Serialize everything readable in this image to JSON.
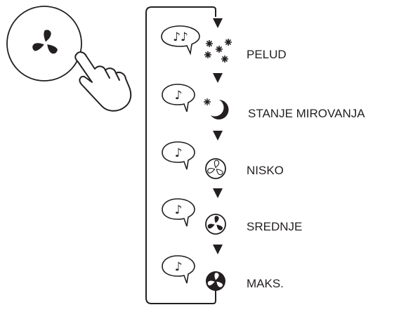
{
  "diagram": {
    "colors": {
      "ink": "#231f20",
      "paper": "#ffffff"
    },
    "button": {
      "icon": "fan-icon",
      "hand_icon": "pointing-hand-icon"
    },
    "modes": [
      {
        "label": "PELUD",
        "icon": "pollen-icon",
        "notes": "♪♪"
      },
      {
        "label": "STANJE MIROVANJA",
        "icon": "sleep-icon",
        "notes": "♪"
      },
      {
        "label": "NISKO",
        "icon": "fan-low-icon",
        "notes": "♪"
      },
      {
        "label": "SREDNJE",
        "icon": "fan-medium-icon",
        "notes": "♪"
      },
      {
        "label": "MAKS.",
        "icon": "fan-max-icon",
        "notes": "♪"
      }
    ]
  }
}
